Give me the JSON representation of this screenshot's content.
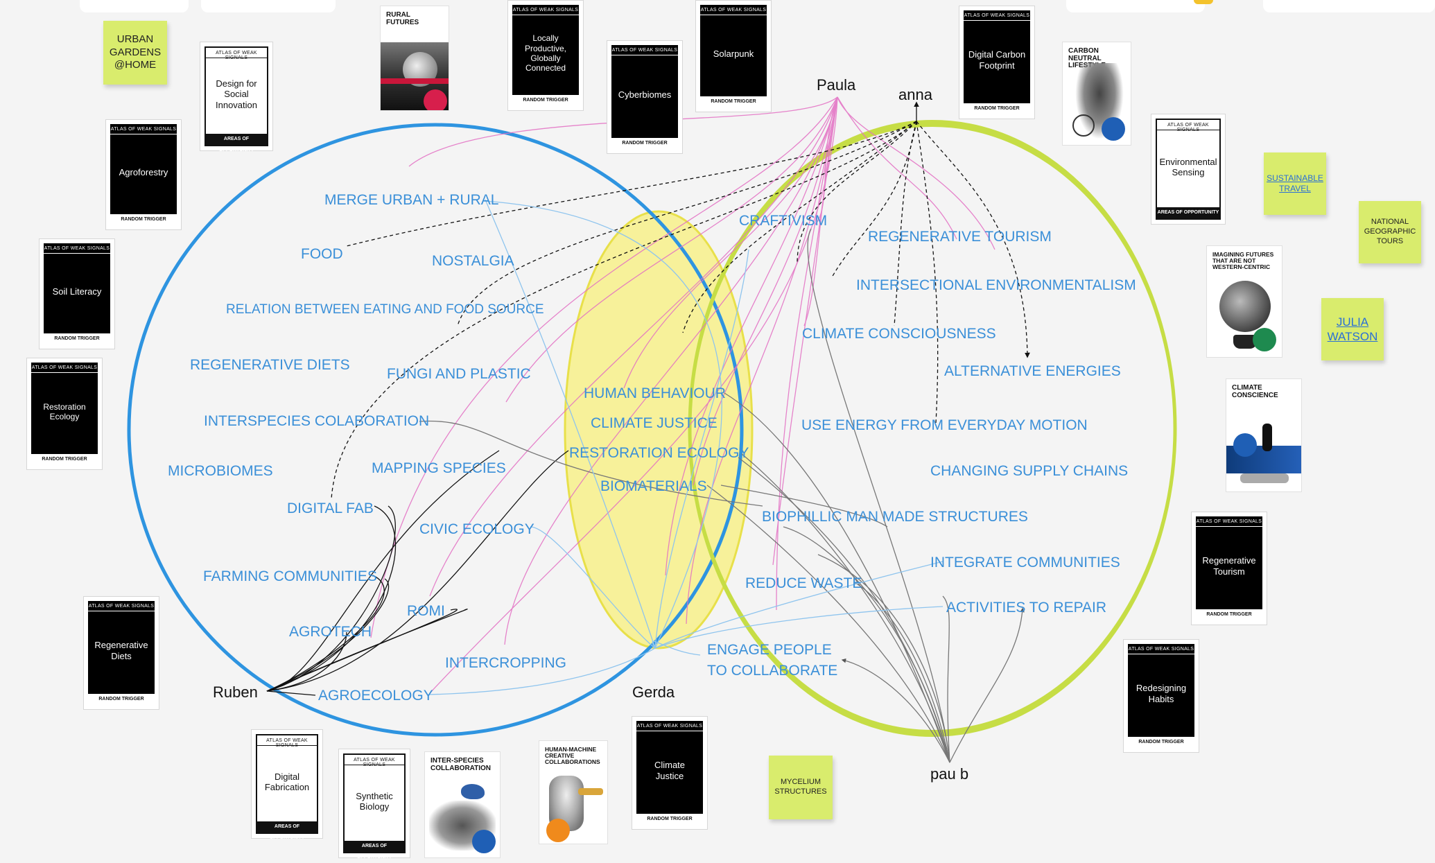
{
  "colors": {
    "topic_text": "#3a8fd8",
    "blue_circle": "#2e94e0",
    "green_circle": "#c6dd45",
    "yellow_fill": "#f7f08a",
    "yellow_stroke": "#e8e04a",
    "pink_line": "#e36fc3",
    "gray_line": "#777777",
    "black_line": "#111111",
    "light_blue_line": "#8ec4ee",
    "sticky": "#d9ec6d",
    "background": "#f4f4f4"
  },
  "people": {
    "paula": "Paula",
    "anna": "anna",
    "ruben": "Ruben",
    "gerda": "Gerda",
    "pau_b": "pau b"
  },
  "topics": {
    "merge_urban_rural": "MERGE URBAN + RURAL",
    "food": "FOOD",
    "nostalgia": "NOSTALGIA",
    "relation_eating": "RELATION BETWEEN EATING AND FOOD SOURCE",
    "regenerative_diets": "REGENERATIVE DIETS",
    "fungi_plastic": "FUNGI AND PLASTIC",
    "interspecies_collab": "INTERSPECIES COLABORATION",
    "microbiomes": "MICROBIOMES",
    "mapping_species": "MAPPING SPECIES",
    "digital_fab": "DIGITAL FAB",
    "civic_ecology": "CIVIC ECOLOGY",
    "farming_communities": "FARMING COMMUNITIES",
    "romi": "ROMI",
    "agrotech": "AGROTECH",
    "intercropping": "INTERCROPPING",
    "agroecology": "AGROECOLOGY",
    "human_behaviour": "HUMAN BEHAVIOUR",
    "climate_justice": "CLIMATE JUSTICE",
    "restoration_ecology": "RESTORATION ECOLOGY",
    "biomaterials": "BIOMATERIALS",
    "craftivism": "CRAFTIVISM",
    "regenerative_tourism": "REGENERATIVE TOURISM",
    "intersectional_env": "INTERSECTIONAL ENVIRONMENTALISM",
    "climate_consciousness": "CLIMATE CONSCIOUSNESS",
    "alternative_energies": "ALTERNATIVE ENERGIES",
    "use_energy": "USE ENERGY FROM EVERYDAY MOTION",
    "changing_supply": "CHANGING SUPPLY CHAINS",
    "biophillic": "BIOPHILLIC MAN MADE STRUCTURES",
    "integrate_communities": "INTEGRATE COMMUNITIES",
    "reduce_waste": "REDUCE WASTE",
    "activities_repair": "ACTIVITIES TO REPAIR",
    "engage_people_1": "ENGAGE PEOPLE",
    "engage_people_2": "TO COLLABORATE"
  },
  "stickies": {
    "urban_gardens": "URBAN GARDENS @HOME",
    "sustainable_travel": "SUSTAINABLE TRAVEL",
    "natgeo": "NATIONAL GEOGRAPHIC TOURS",
    "julia_watson": "JULIA WATSON",
    "mycelium": "MYCELIUM STRUCTURES"
  },
  "card_labels": {
    "header": "ATLAS OF WEAK SIGNALS",
    "random_trigger": "RANDOM TRIGGER",
    "areas": "AREAS OF OPPORTUNITY"
  },
  "cards": {
    "design_social": "Design for Social Innovation",
    "agroforestry": "Agroforestry",
    "soil_literacy": "Soil Literacy",
    "restoration_ecology": "Restoration Ecology",
    "regenerative_diets": "Regenerative Diets",
    "locally_productive": "Locally Productive, Globally Connected",
    "cyberbiomes": "Cyberbiomes",
    "solarpunk": "Solarpunk",
    "digital_carbon": "Digital Carbon Footprint",
    "environmental_sensing": "Environmental Sensing",
    "regenerative_tourism": "Regenerative Tourism",
    "redesigning_habits": "Redesigning Habits",
    "digital_fabrication": "Digital Fabrication",
    "synthetic_biology": "Synthetic Biology",
    "climate_justice": "Climate Justice"
  },
  "photos": {
    "rural_futures": "RURAL FUTURES",
    "carbon_neutral": "CARBON NEUTRAL LIFESTYLE",
    "imagining_futures": "IMAGINING FUTURES THAT ARE NOT WESTERN-CENTRIC",
    "climate_conscience": "CLIMATE CONSCIENCE",
    "inter_species": "INTER-SPECIES COLLABORATION",
    "human_machine": "HUMAN-MACHINE CREATIVE COLLABORATIONS"
  }
}
